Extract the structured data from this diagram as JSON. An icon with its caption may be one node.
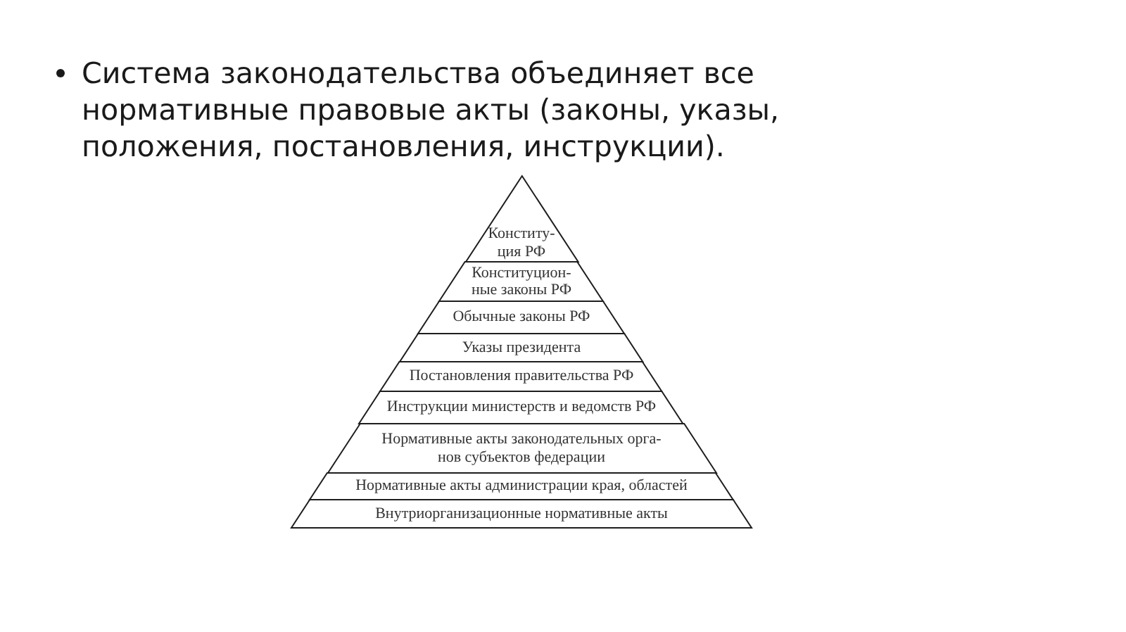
{
  "diagram": {
    "nodes": [
      {
        "text": [
          "Конститу-ция РФ"
        ]
      },
      {
        "text": [
          "Конституцион-ные законы РФ"
        ]
      },
      {
        "text": [
          "Обычные законы РФ"
        ]
      },
      {
        "text": [
          "Указы президента"
        ]
      },
      {
        "text": [
          "Постановления правительства РФ"
        ]
      },
      {
        "text": [
          "Инструкции министерств и ведомств РФ"
        ]
      },
      {
        "text": [
          "Нормативные акты законодательных орга-нов субъектов федерации"
        ]
      },
      {
        "text": [
          "Нормативные акты администрации края, областей"
        ]
      },
      {
        "text": [
          "Внутриорганизационные нормативные акты"
        ]
      }
    ],
    "labels": [
      "Система законодательства объединяет все нормативные правовые акты (законы, указы, положения, постановления, инструкции)."
    ]
  }
}
